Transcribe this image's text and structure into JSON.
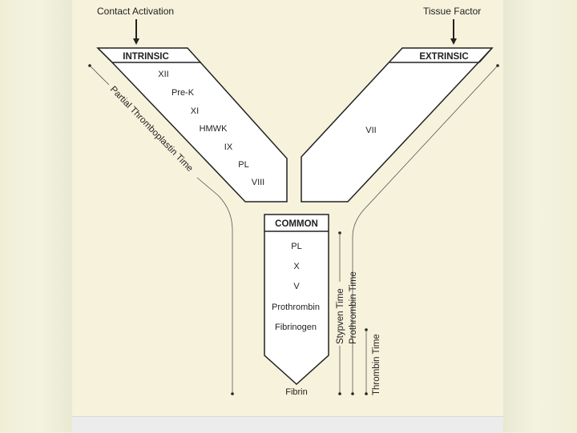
{
  "diagram": {
    "inputs": {
      "contact_activation": "Contact Activation",
      "tissue_factor": "Tissue Factor"
    },
    "pathways": {
      "intrinsic": {
        "title": "INTRINSIC",
        "factors": [
          "XII",
          "Pre-K",
          "XI",
          "HMWK",
          "IX",
          "PL",
          "VIII"
        ]
      },
      "extrinsic": {
        "title": "EXTRINSIC",
        "factors": [
          "VII"
        ]
      },
      "common": {
        "title": "COMMON",
        "factors": [
          "PL",
          "X",
          "V",
          "Prothrombin",
          "Fibrinogen"
        ]
      }
    },
    "product": "Fibrin",
    "tests": {
      "ptt": "Partial Thromboplastin Time",
      "stypven": "Stypven Time",
      "pt": "Prothrombin Time",
      "tt": "Thrombin Time"
    }
  }
}
